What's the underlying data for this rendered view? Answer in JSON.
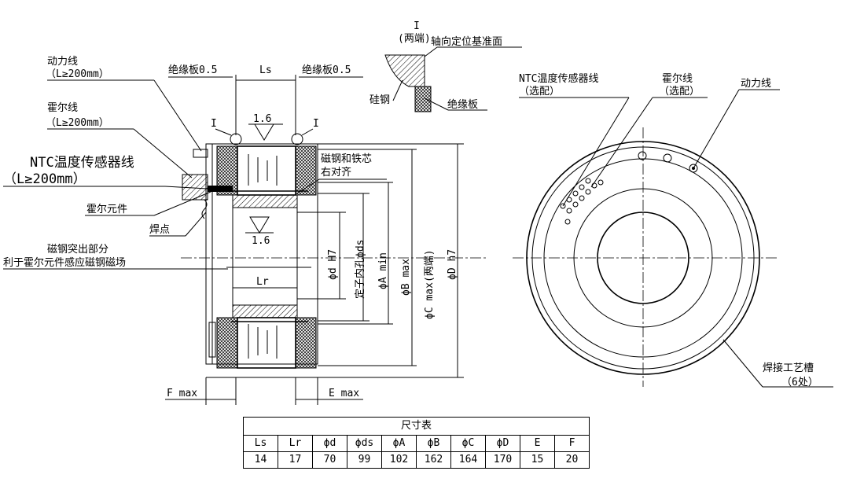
{
  "detail_mark": {
    "id": "I",
    "note": "(两端)",
    "axial_ref": "轴向定位基准面",
    "silicon_steel": "硅钢",
    "insulation_board": "绝缘板"
  },
  "left_labels": {
    "power_wire": "动力线",
    "power_wire_len": "（L≥200mm）",
    "hall_wire": "霍尔线",
    "hall_wire_len": "（L≥200mm）",
    "ntc_wire": "NTC温度传感器线",
    "ntc_wire_len": "（L≥200mm）",
    "hall_element": "霍尔元件",
    "weld_point": "焊点",
    "magnet_protrude_1": "磁钢突出部分",
    "magnet_protrude_2": "利于霍尔元件感应磁钢磁场"
  },
  "top_labels": {
    "insul_left": "绝缘板0.5",
    "ls": "Ls",
    "insul_right": "绝缘板0.5",
    "mark_i": "I",
    "roughness": "1.6"
  },
  "section_labels": {
    "magnet_align_1": "磁钢和铁芯",
    "magnet_align_2": "右对齐",
    "roughness_inner": "1.6",
    "lr": "Lr",
    "dim_d": "ϕd H7",
    "dim_ds": "定子内孔ϕds",
    "dim_a": "ϕA min",
    "dim_b": "ϕB max",
    "dim_c": "ϕC max(两端)",
    "dim_D": "ϕD h7",
    "f_max": "F max",
    "e_max": "E max"
  },
  "right_labels": {
    "ntc": "NTC温度传感器线",
    "ntc_opt": "（选配）",
    "hall": "霍尔线",
    "hall_opt": "（选配）",
    "power": "动力线",
    "weld_groove": "焊接工艺槽",
    "weld_groove_count": "（6处）"
  },
  "table": {
    "title": "尺寸表",
    "headers": [
      "Ls",
      "Lr",
      "ϕd",
      "ϕds",
      "ϕA",
      "ϕB",
      "ϕC",
      "ϕD",
      "E",
      "F"
    ],
    "values": [
      "14",
      "17",
      "70",
      "99",
      "102",
      "162",
      "164",
      "170",
      "15",
      "20"
    ]
  }
}
